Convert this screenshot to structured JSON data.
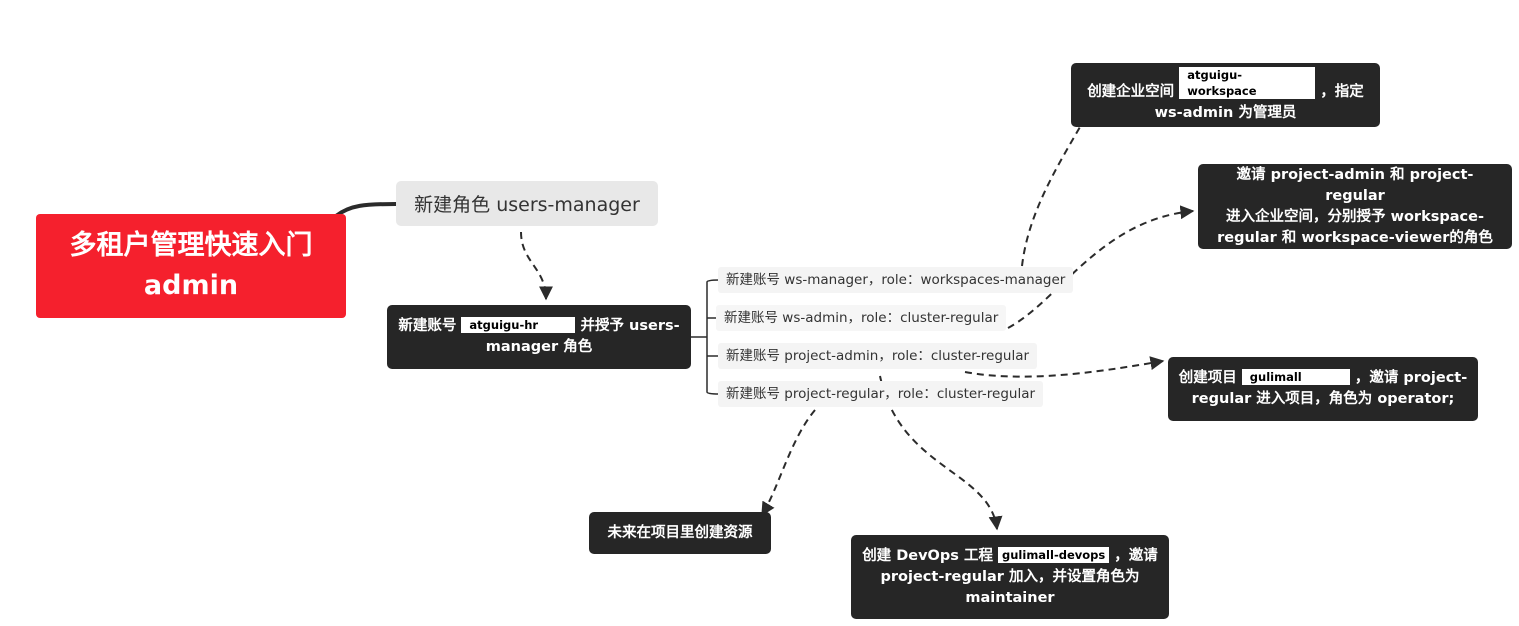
{
  "root": {
    "line1": "多租户管理快速入门",
    "line2": "admin"
  },
  "role_node": {
    "label": "新建角色 users-manager"
  },
  "account_node": {
    "prefix": "新建账号",
    "tag": "atguigu-hr",
    "suffix_line1": "并授予 users-",
    "suffix_line2": "manager 角色"
  },
  "sub_accounts": [
    {
      "label": "新建账号 ws-manager，role：workspaces-manager"
    },
    {
      "label": "新建账号 ws-admin，role：cluster-regular"
    },
    {
      "label": "新建账号 project-admin，role：cluster-regular"
    },
    {
      "label": "新建账号 project-regular，role：cluster-regular"
    }
  ],
  "workspace_node": {
    "prefix": "创建企业空间",
    "tag": "atguigu-workspace",
    "suffix": "，指定",
    "line2": "ws-admin 为管理员"
  },
  "invite_node": {
    "line1": "邀请 project-admin 和 project-regular",
    "line2": "进入企业空间，分别授予 workspace-",
    "line3": "regular 和 workspace-viewer的角色"
  },
  "project_node": {
    "prefix": "创建项目",
    "tag": "gulimall",
    "suffix": "，邀请 project-",
    "line2": "regular 进入项目，角色为 operator;"
  },
  "future_node": {
    "label": "未来在项目里创建资源"
  },
  "devops_node": {
    "prefix": "创建 DevOps 工程",
    "tag": "gulimall-devops",
    "suffix": "，邀请",
    "line2": "project-regular 加入，并设置角色为",
    "line3": "maintainer"
  },
  "colors": {
    "root_fill": "#f5202d",
    "dark_fill": "#262626",
    "light_fill": "#e8e8e8",
    "sub_fill": "#f4f4f4",
    "connector": "#2b2b2b"
  }
}
